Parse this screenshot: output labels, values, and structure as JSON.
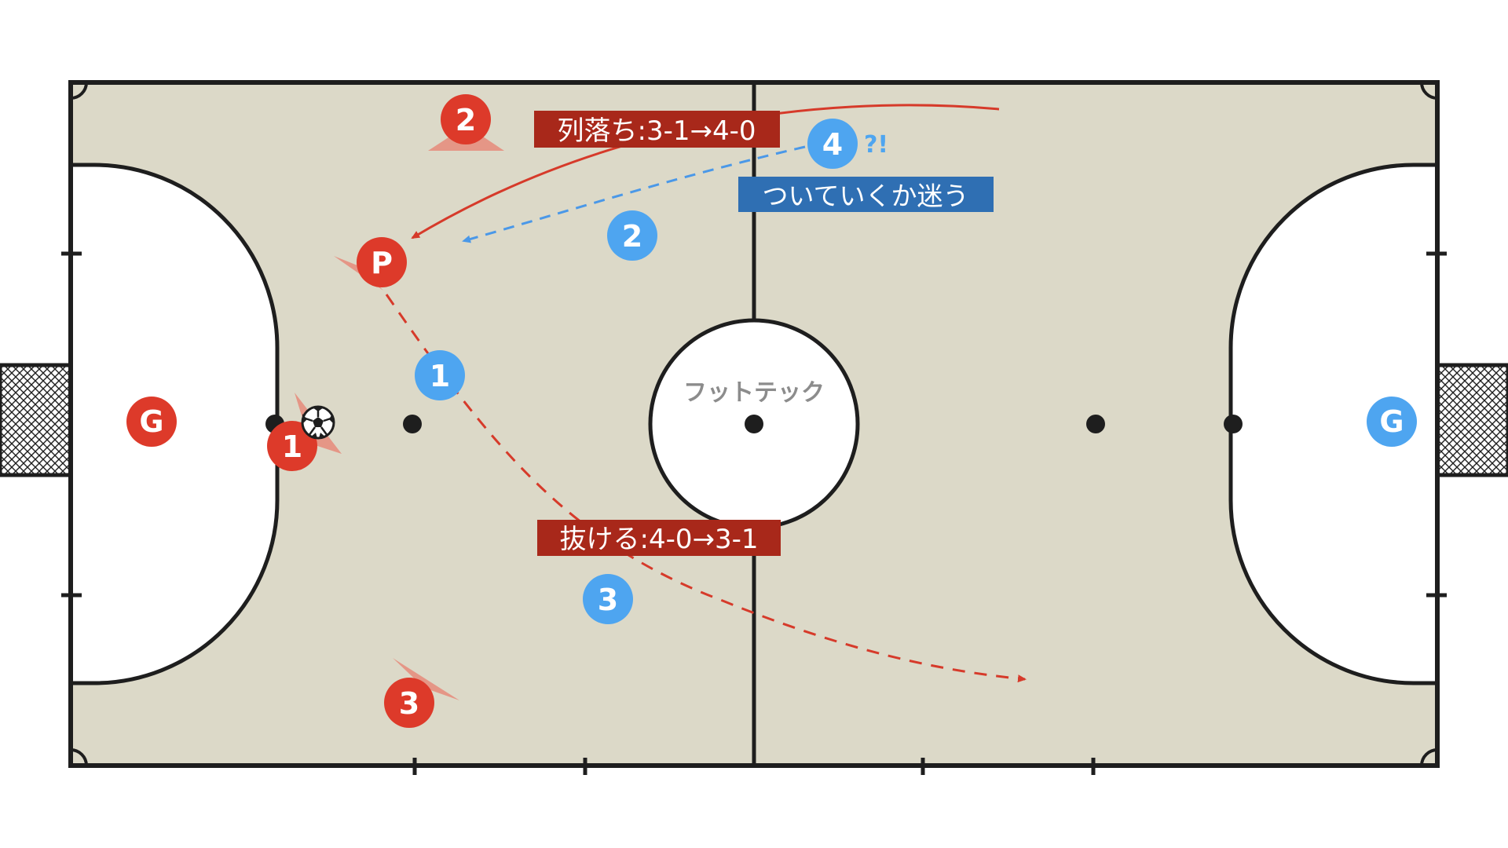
{
  "colors": {
    "court": "#dcd9c8",
    "line": "#1e1e1e",
    "red": "#dd3a2a",
    "blue": "#4ea5f0",
    "red_label_bg": "#a8281a",
    "blue_label_bg": "#2f6fb3",
    "watermark": "#8c8c8c",
    "arrow_red": "#d63a2a",
    "arrow_blue": "#4a98e8"
  },
  "watermark": "フットテック",
  "labels": {
    "drop_back": "列落ち:3-1→4-0",
    "break_out": "抜ける:4-0→3-1",
    "hesitate": "ついていくか迷う",
    "confused_mark": "?!"
  },
  "players": {
    "red": [
      {
        "id": "red-goalkeeper",
        "label": "G"
      },
      {
        "id": "red-pivot",
        "label": "P"
      },
      {
        "id": "red-1",
        "label": "1"
      },
      {
        "id": "red-2",
        "label": "2"
      },
      {
        "id": "red-3",
        "label": "3"
      }
    ],
    "blue": [
      {
        "id": "blue-goalkeeper",
        "label": "G"
      },
      {
        "id": "blue-1",
        "label": "1"
      },
      {
        "id": "blue-2",
        "label": "2"
      },
      {
        "id": "blue-3",
        "label": "3"
      },
      {
        "id": "blue-4",
        "label": "4"
      }
    ]
  },
  "ball_icon": "soccer-ball-icon"
}
